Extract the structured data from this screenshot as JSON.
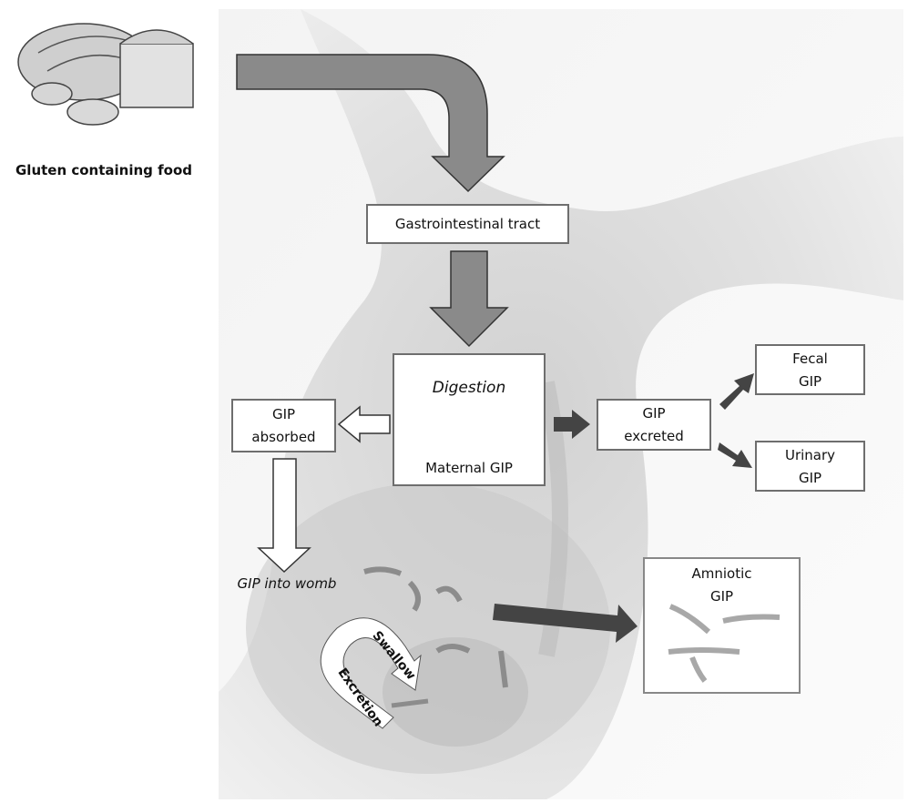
{
  "food": {
    "label": "Gluten containing food"
  },
  "gi_tract": {
    "label": "Gastrointestinal tract"
  },
  "digestion": {
    "title": "Digestion",
    "caption": "Maternal GIP"
  },
  "absorbed": {
    "line1": "GIP",
    "line2": "absorbed"
  },
  "excreted": {
    "line1": "GIP",
    "line2": "excreted"
  },
  "fecal": {
    "line1": "Fecal",
    "line2": "GIP"
  },
  "urinary": {
    "line1": "Urinary",
    "line2": "GIP"
  },
  "womb": {
    "label": "GIP into womb"
  },
  "amniotic": {
    "line1": "Amniotic",
    "line2": "GIP"
  },
  "fetal_cycle": {
    "swallow": "Swallow",
    "excretion": "Excretion"
  }
}
